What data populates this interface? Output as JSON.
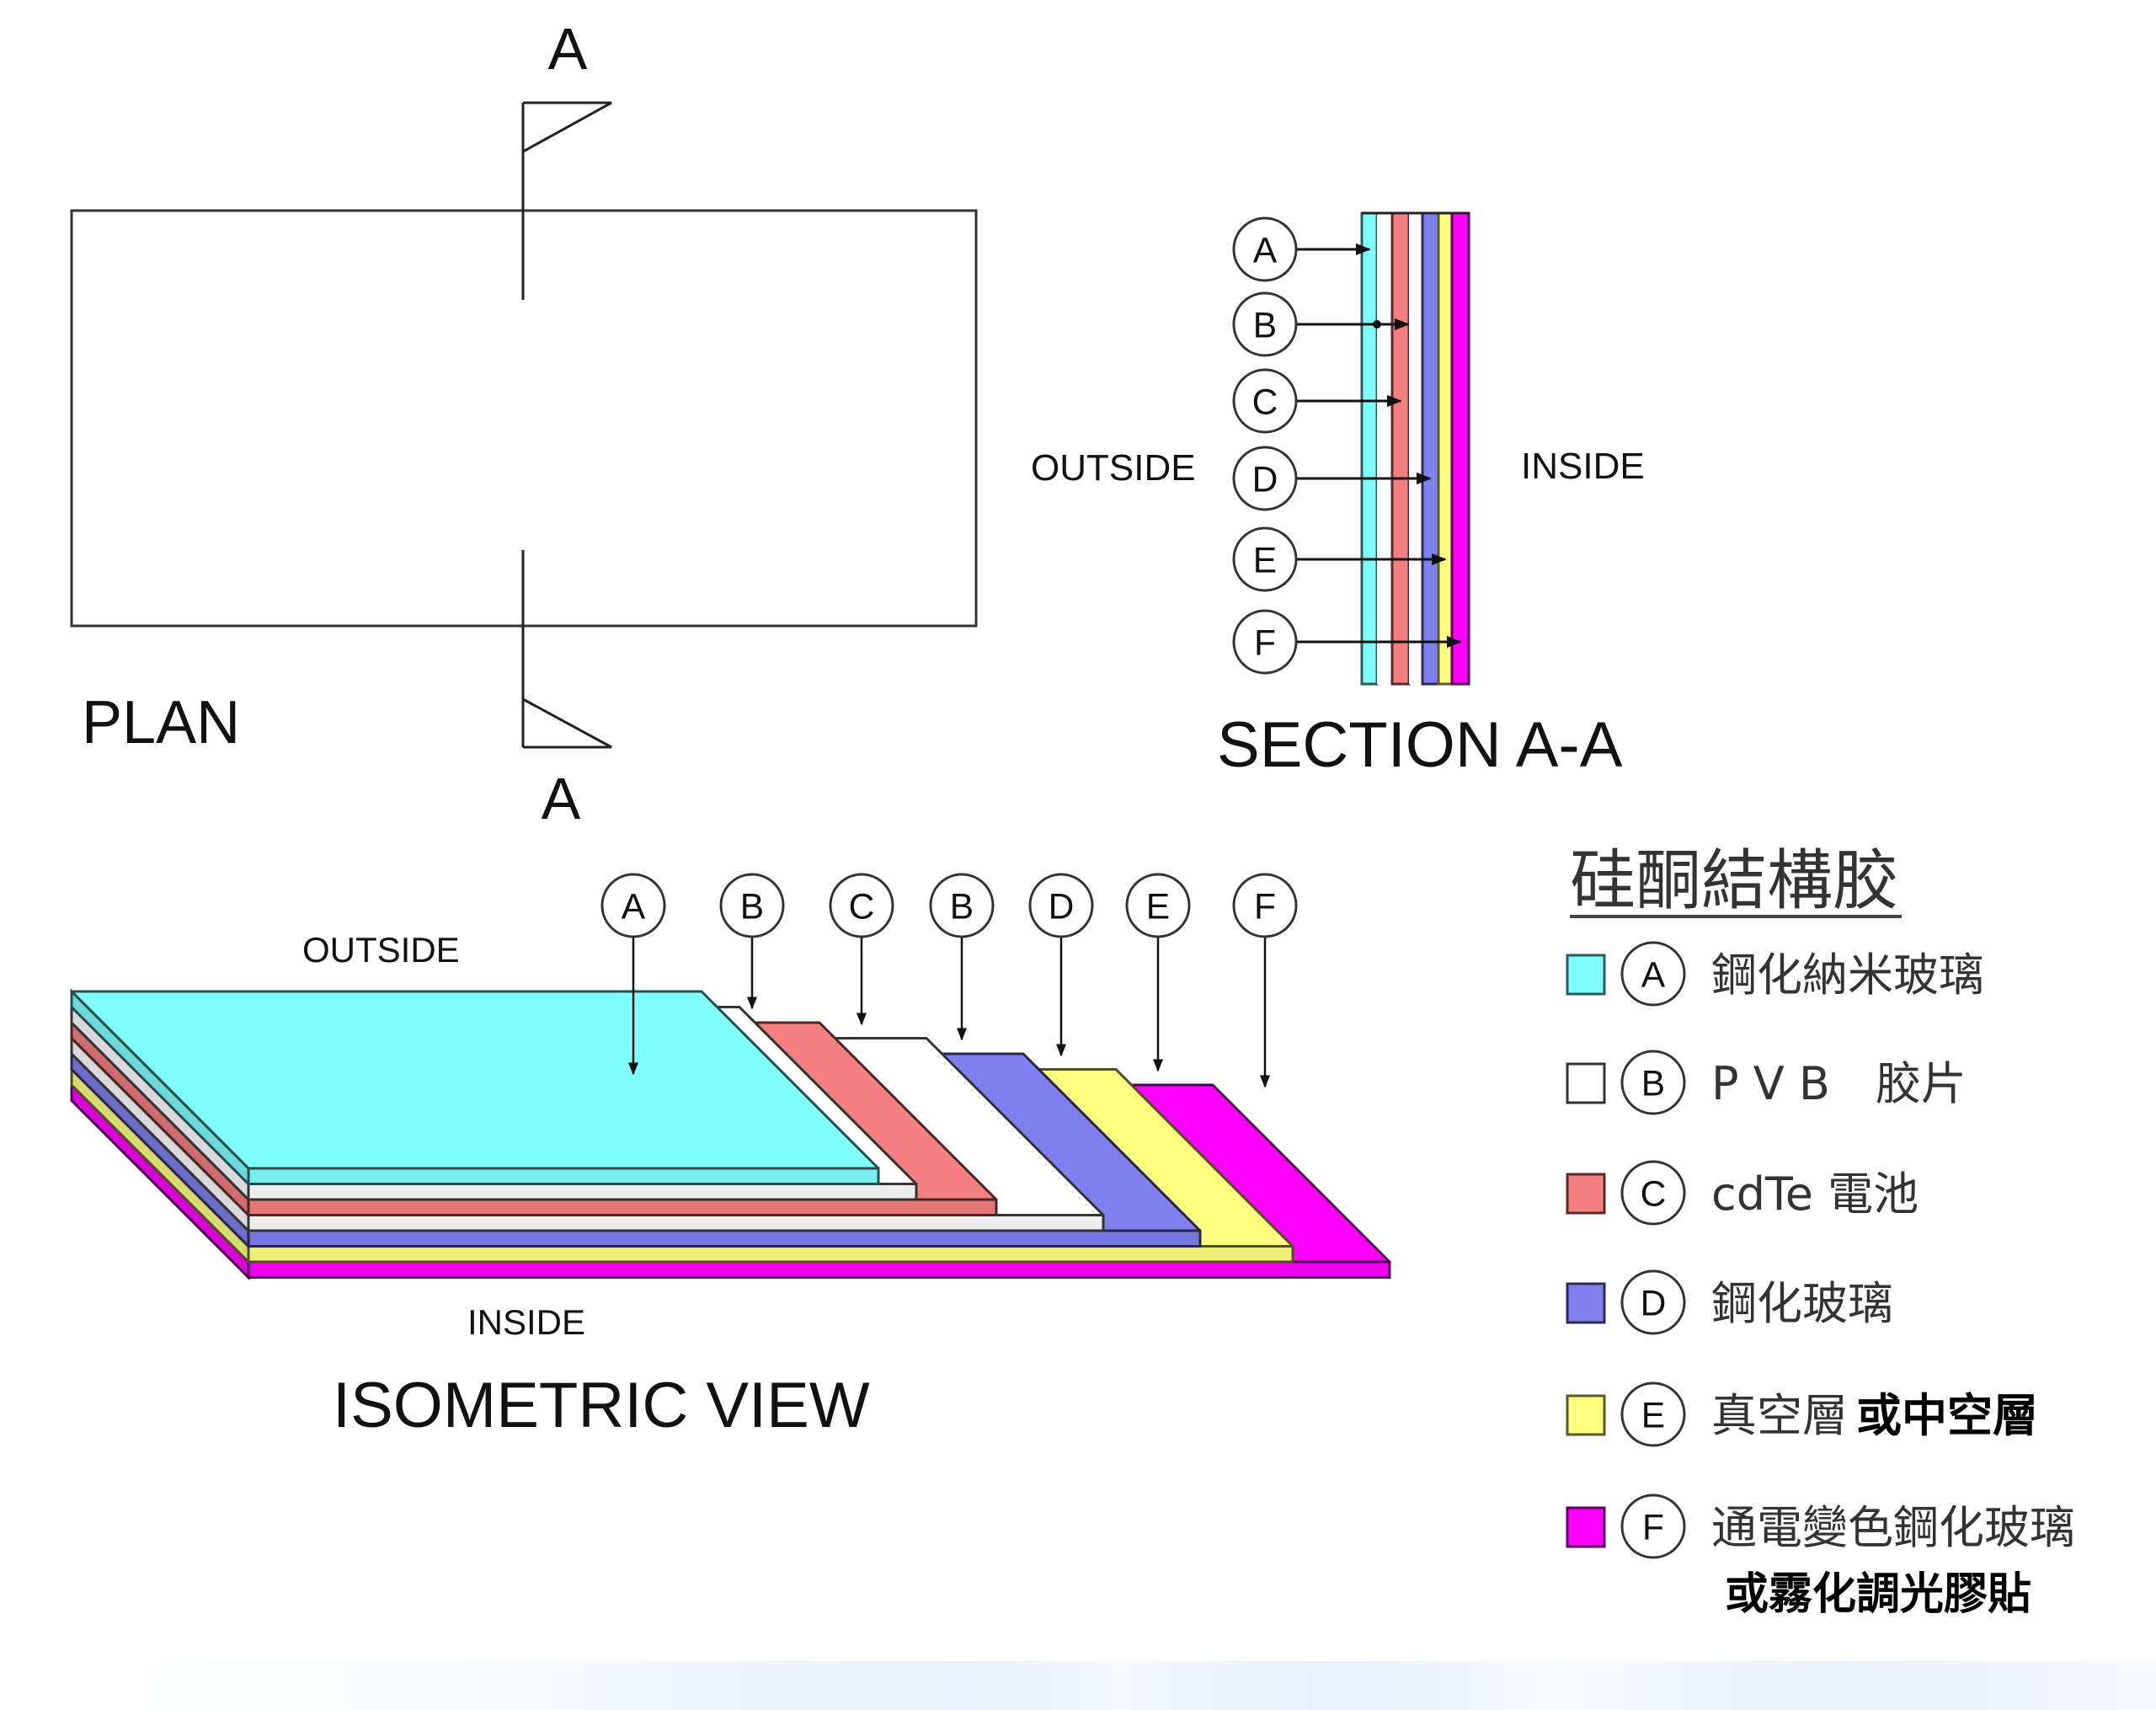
{
  "plan": {
    "title": "PLAN",
    "section_marker_top": "A",
    "section_marker_bottom": "A"
  },
  "section": {
    "title": "SECTION A-A",
    "outside_label": "OUTSIDE",
    "inside_label": "INSIDE",
    "callouts": [
      "A",
      "B",
      "C",
      "D",
      "E",
      "F"
    ],
    "strips": [
      {
        "id": "A",
        "color": "#80ffff"
      },
      {
        "id": "B",
        "color": "#ffffff"
      },
      {
        "id": "C",
        "color": "#f47f7f"
      },
      {
        "id": "B",
        "color": "#ffffff"
      },
      {
        "id": "D",
        "color": "#8080f0"
      },
      {
        "id": "E",
        "color": "#ffff80"
      },
      {
        "id": "F",
        "color": "#ff00ff"
      }
    ]
  },
  "isometric": {
    "title": "ISOMETRIC VIEW",
    "outside_label": "OUTSIDE",
    "inside_label": "INSIDE",
    "callouts": [
      "A",
      "B",
      "C",
      "B",
      "D",
      "E",
      "F"
    ]
  },
  "legend": {
    "title": "硅酮結構胶",
    "items": [
      {
        "id": "A",
        "color": "#80ffff",
        "text": "鋼化納米玻璃",
        "text_bold": "",
        "text_line2": ""
      },
      {
        "id": "B",
        "color": "#ffffff",
        "text": "P V B　胶片",
        "text_bold": "",
        "text_line2": ""
      },
      {
        "id": "C",
        "color": "#f47f7f",
        "text": "cdTe 電池",
        "text_bold": "",
        "text_line2": ""
      },
      {
        "id": "D",
        "color": "#8080f0",
        "text": "鋼化玻璃",
        "text_bold": "",
        "text_line2": ""
      },
      {
        "id": "E",
        "color": "#ffff80",
        "text": "真空層",
        "text_bold": "或中空層",
        "text_line2": ""
      },
      {
        "id": "F",
        "color": "#ff00ff",
        "text": "通電變色鋼化玻璃",
        "text_bold": "",
        "text_line2": "或霧化調光膠貼"
      }
    ]
  }
}
